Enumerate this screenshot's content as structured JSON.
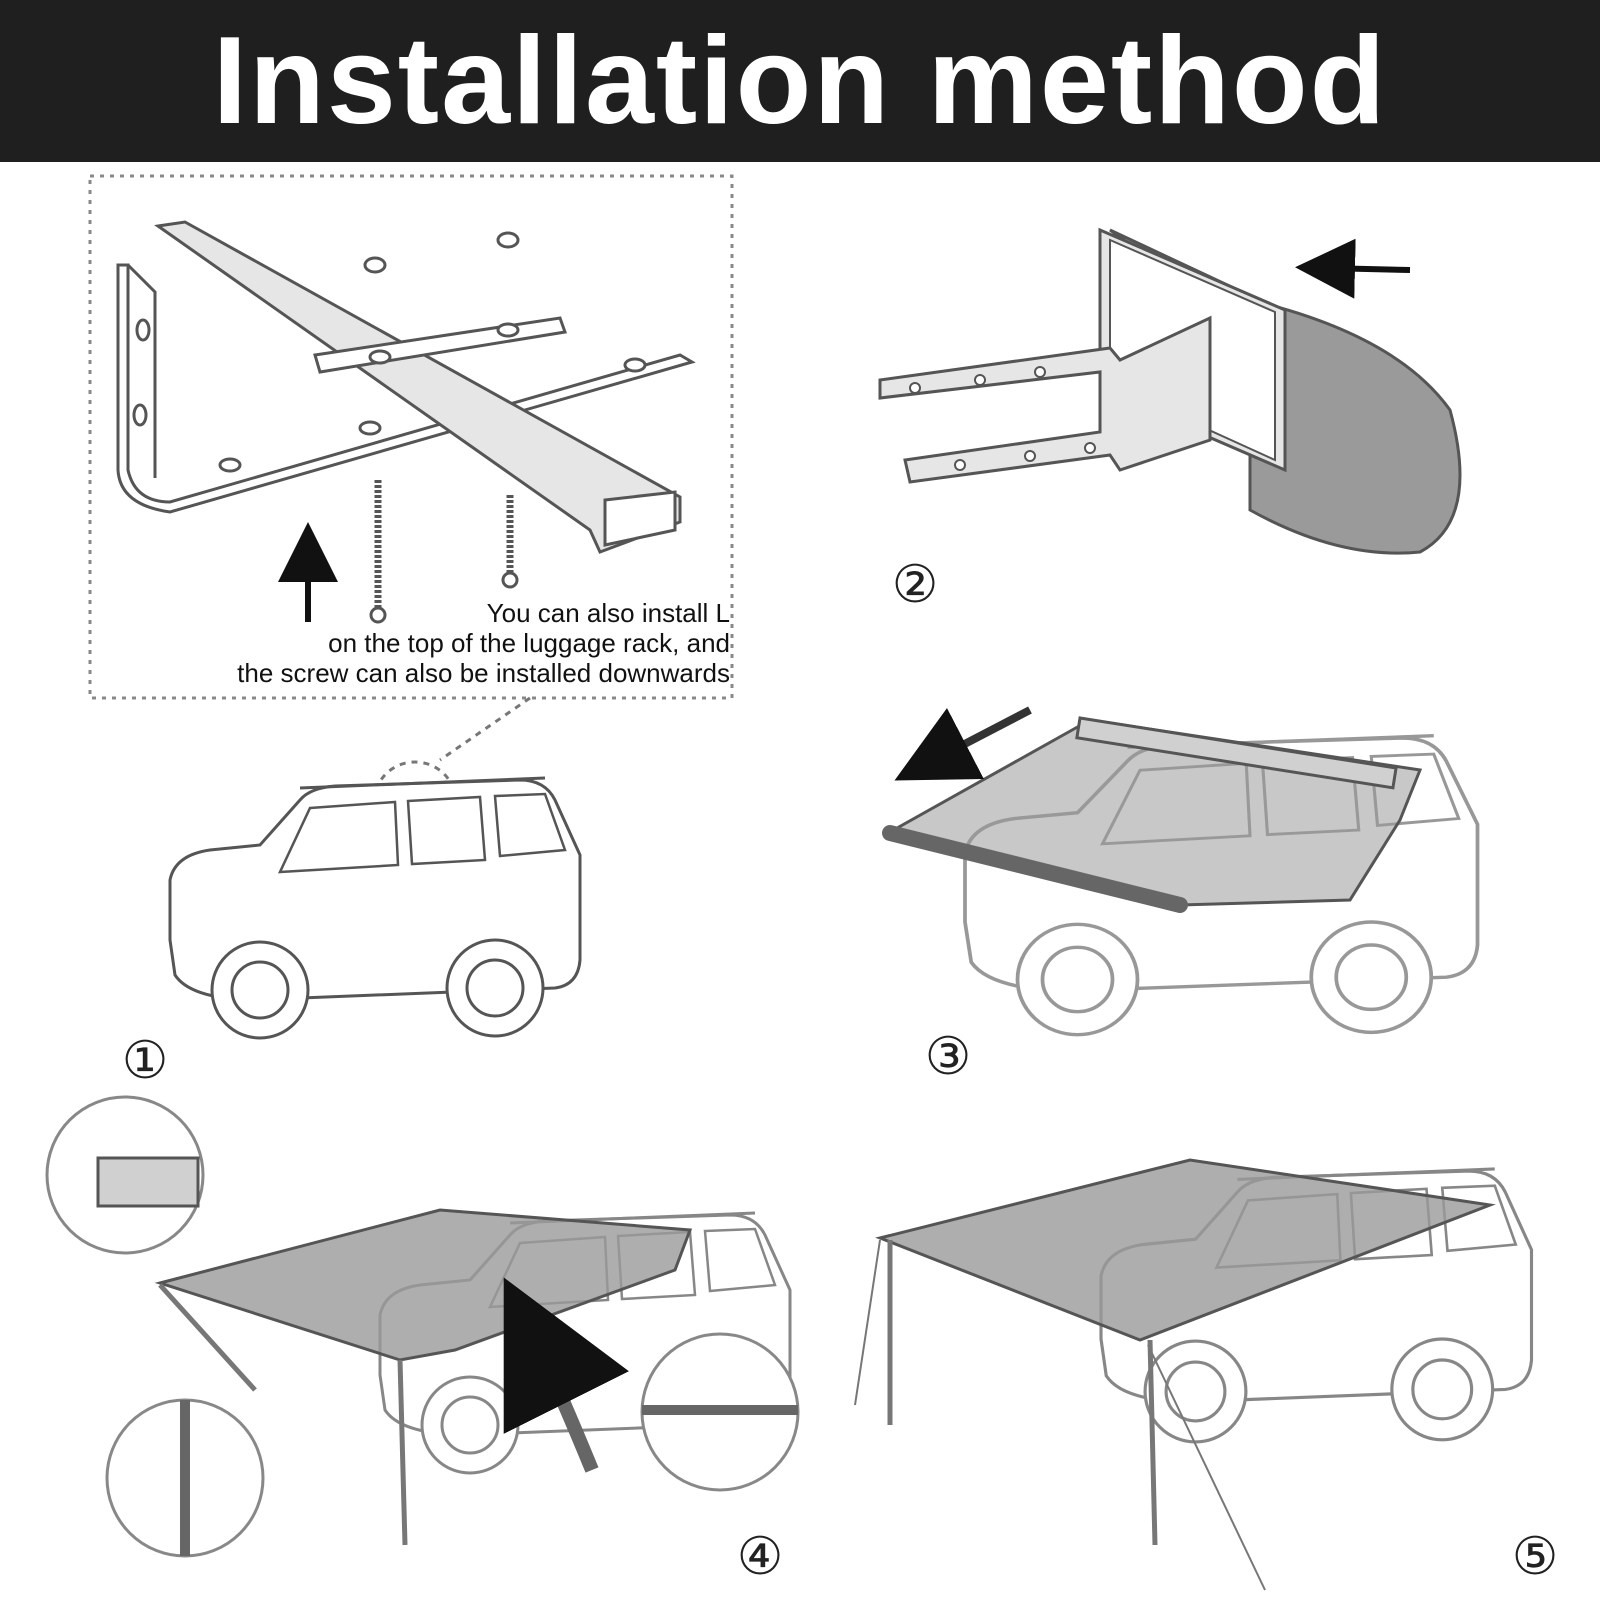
{
  "title": "Installation method",
  "note": {
    "lines": [
      "You can also install L",
      "on the top of the luggage rack, and",
      "the screw can also be installed downwards"
    ]
  },
  "steps": [
    {
      "label": "①"
    },
    {
      "label": "②"
    },
    {
      "label": "③"
    },
    {
      "label": "④"
    },
    {
      "label": "⑤"
    }
  ],
  "colors": {
    "banner": "#1f1f1f",
    "title_text": "#ffffff",
    "line": "#555555",
    "fabric": "#9a9a9a",
    "bracket_fill": "#e6e6e6"
  }
}
